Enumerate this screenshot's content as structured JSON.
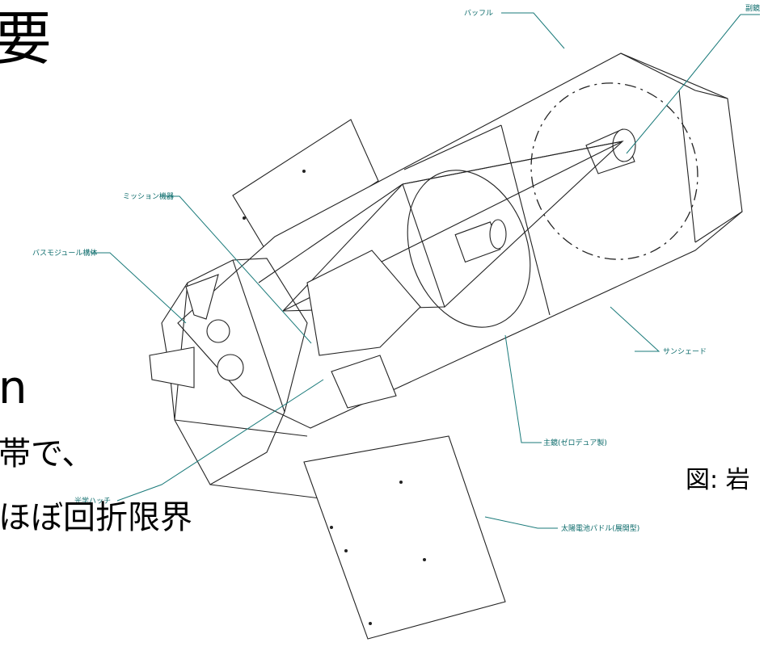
{
  "slide": {
    "title_fragment": "要",
    "m_fragment": "n",
    "line1_fragment": "帯で、",
    "line2_fragment": "ほぼ回折限界",
    "caption_fragment": "図: 岩"
  },
  "labels": {
    "baffle": "バッフル",
    "secondary": "副鏡",
    "mission": "ミッション機器",
    "bus": "バスモジュール構体",
    "sunshade": "サンシェード",
    "primary": "主鏡(ゼロデュア製)",
    "hatch": "光学ハッチ",
    "solar": "太陽電池パドル(展開型)"
  }
}
